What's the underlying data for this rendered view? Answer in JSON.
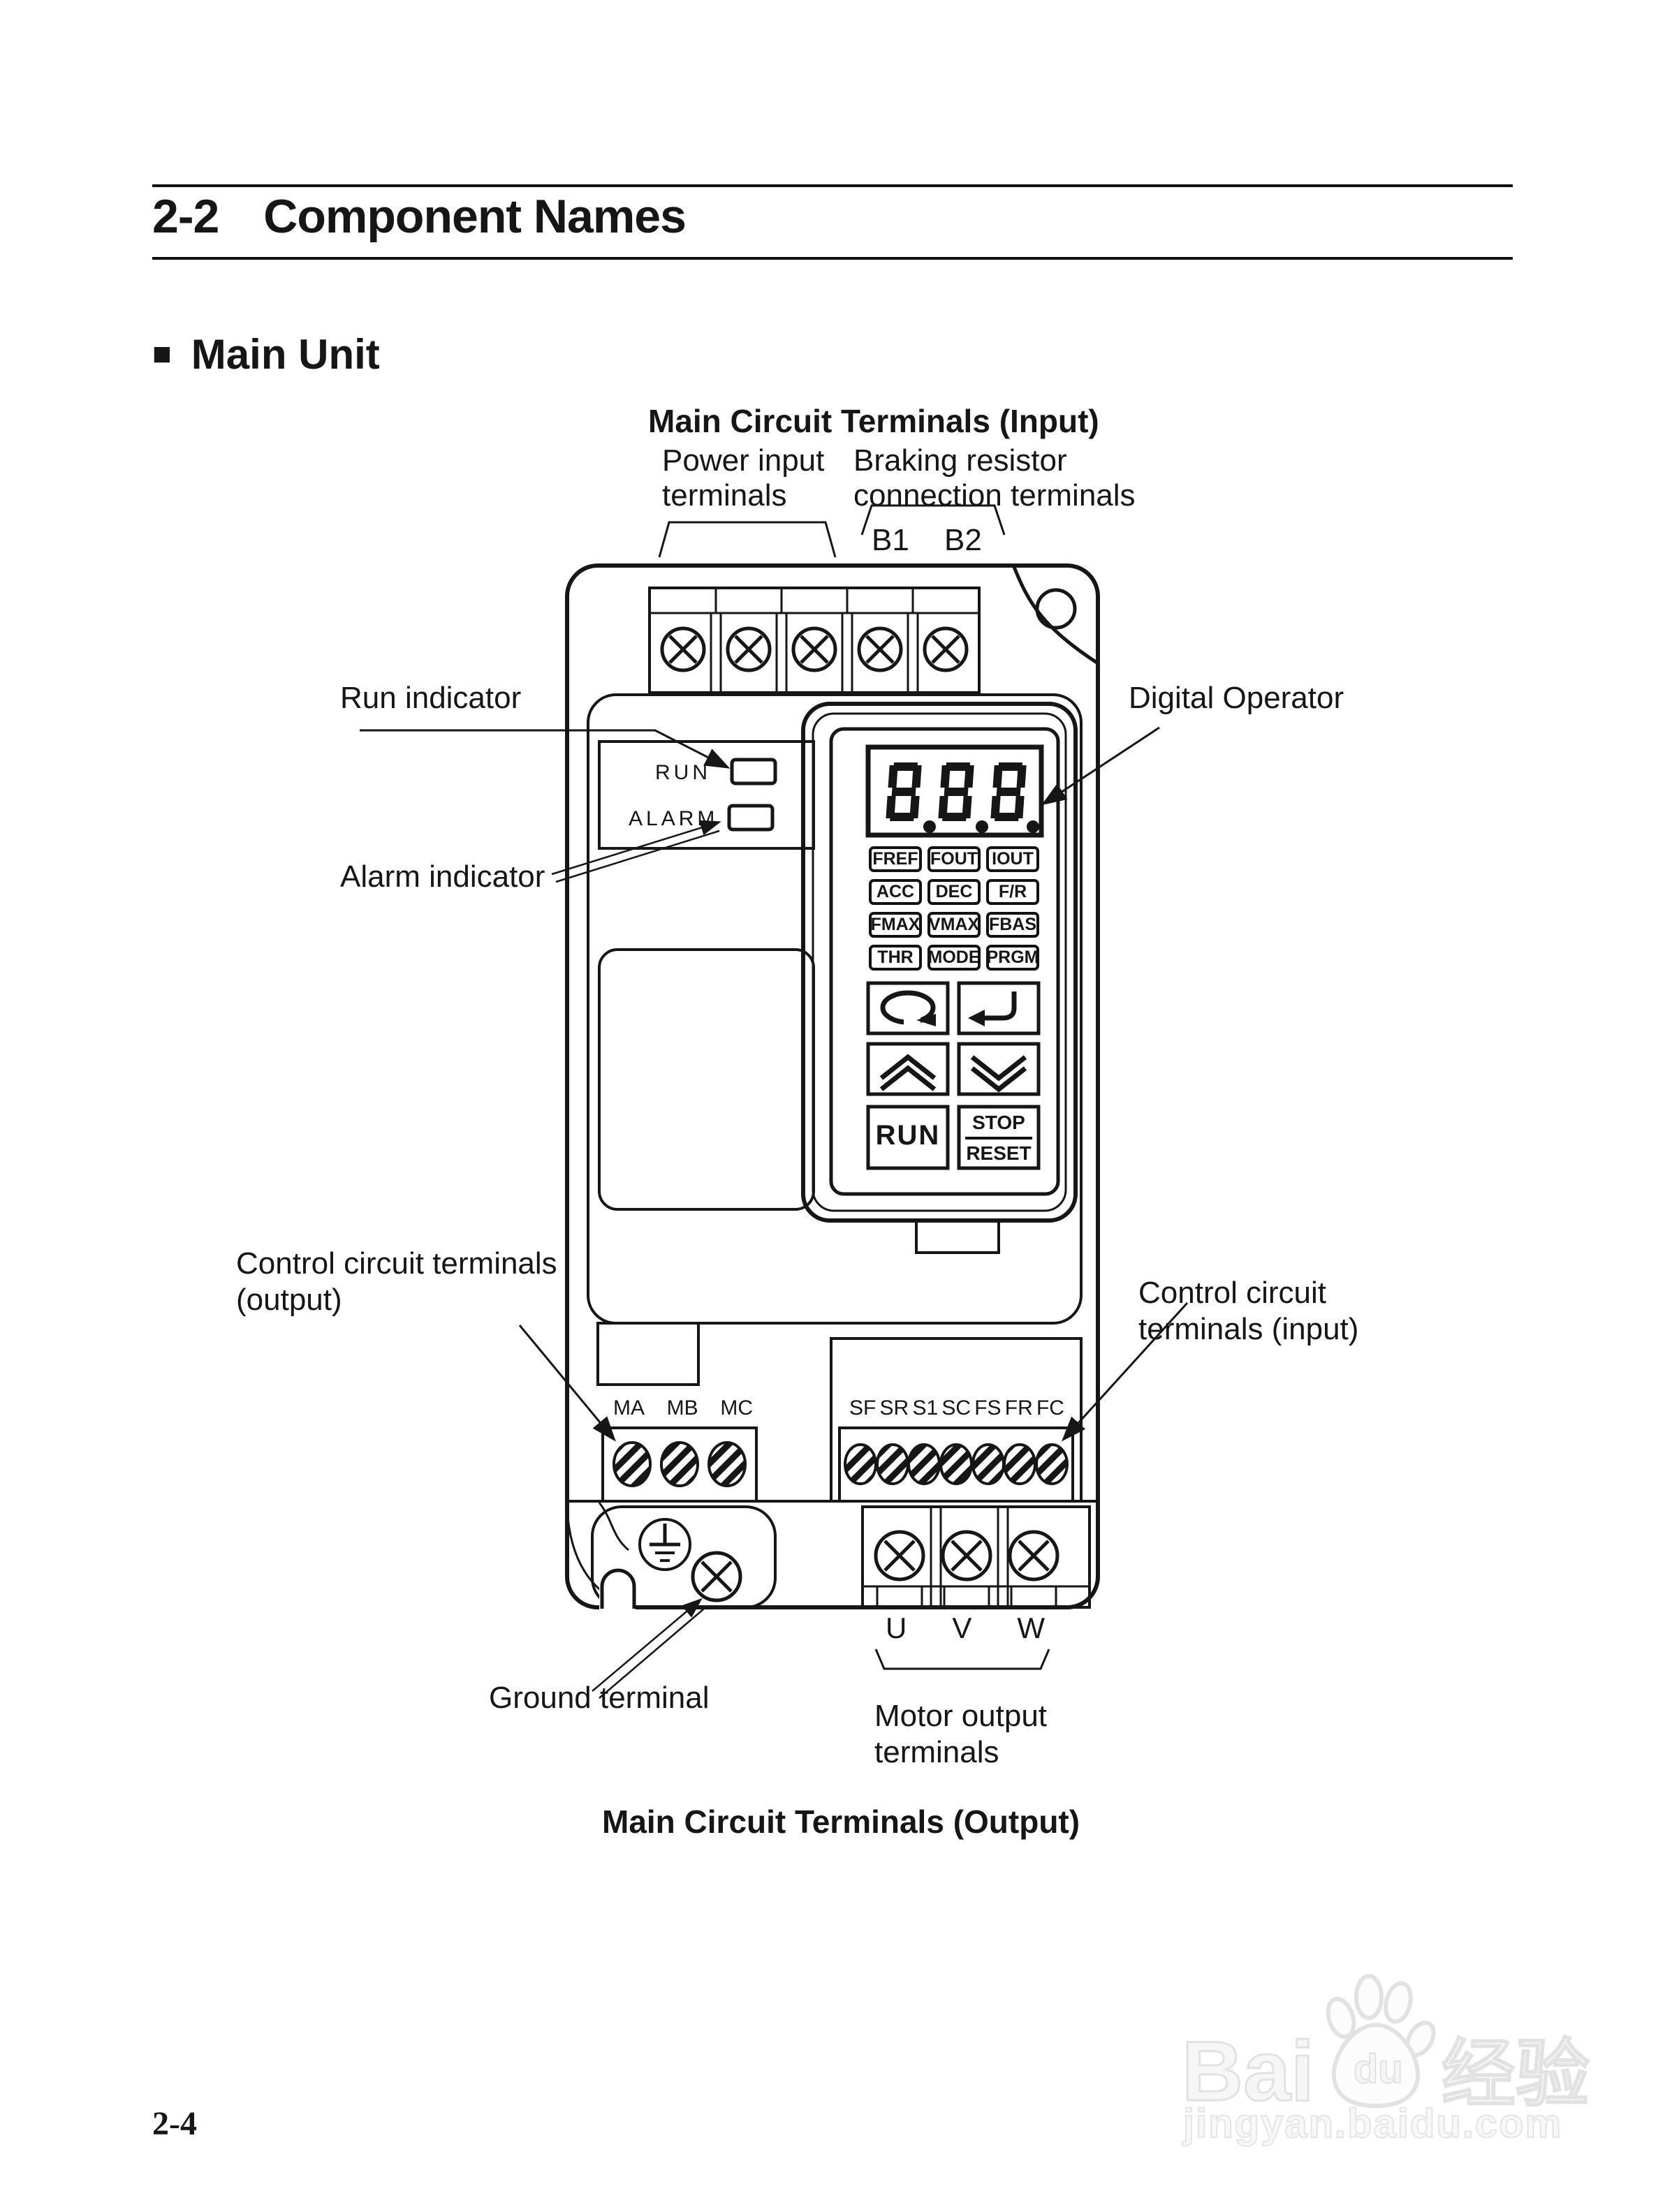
{
  "colors": {
    "ink": "#161616",
    "watermark": "#e2e2e2"
  },
  "header": {
    "section_number": "2-2",
    "section_title": "Component Names"
  },
  "subsection": {
    "bullet": "■",
    "title": "Main Unit"
  },
  "labels": {
    "input_heading": "Main Circuit Terminals (Input)",
    "power_1": "Power input",
    "power_2": "terminals",
    "braking_1": "Braking resistor",
    "braking_2": "connection terminals",
    "b1": "B1",
    "b2": "B2",
    "run_indicator": "Run indicator",
    "alarm_indicator": "Alarm indicator",
    "digital_operator": "Digital Operator",
    "control_out_1": "Control circuit terminals",
    "control_out_2": "(output)",
    "control_in_1": "Control circuit",
    "control_in_2": "terminals (input)",
    "ground": "Ground terminal",
    "motor_1": "Motor output",
    "motor_2": "terminals",
    "output_heading": "Main Circuit Terminals (Output)"
  },
  "device": {
    "indicators": {
      "run": "RUN",
      "alarm": "ALARM"
    },
    "display_value": "8.8.8.",
    "operator_labels": [
      [
        "FREF",
        "FOUT",
        "IOUT"
      ],
      [
        "ACC",
        "DEC",
        "F/R"
      ],
      [
        "FMAX",
        "VMAX",
        "FBAS"
      ],
      [
        "THR",
        "MODE",
        "PRGM"
      ]
    ],
    "buttons": {
      "run": "RUN",
      "stop": "STOP",
      "reset": "RESET"
    },
    "terminals": {
      "relay": [
        "MA",
        "MB",
        "MC"
      ],
      "control": [
        "SF",
        "SR",
        "S1",
        "SC",
        "FS",
        "FR",
        "FC"
      ],
      "motor": [
        "U",
        "V",
        "W"
      ]
    }
  },
  "footer": {
    "page_number": "2-4"
  },
  "watermark": {
    "brand_latin_1": "Bai",
    "brand_latin_2": "du",
    "brand_cn": "经验",
    "url": "jingyan.baidu.com"
  }
}
